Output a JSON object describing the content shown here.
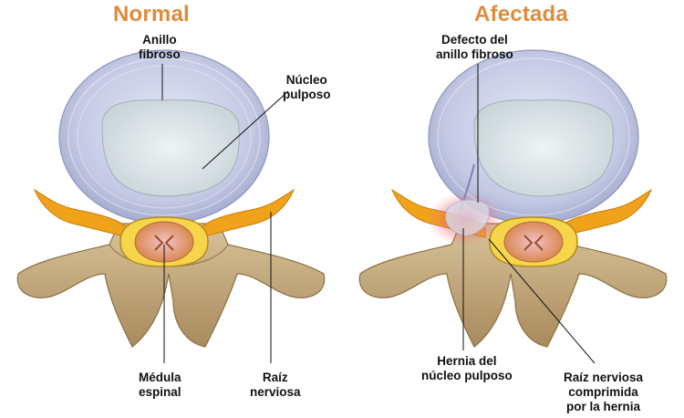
{
  "titles": {
    "normal": "Normal",
    "affected": "Afectada"
  },
  "labels": {
    "anillo_fibroso": [
      "Anillo",
      "fibroso"
    ],
    "nucleo_pulposo": [
      "Núcleo",
      "pulposo"
    ],
    "medula_espinal": [
      "Médula",
      "espinal"
    ],
    "raiz_nerviosa": [
      "Raíz",
      "nerviosa"
    ],
    "defecto_anillo": [
      "Defecto del",
      "anillo fibroso"
    ],
    "hernia_nucleo": [
      "Hernia del",
      "núcleo pulposo"
    ],
    "raiz_comprimida": [
      "Raíz nerviosa",
      "comprimida",
      "por la hernia"
    ]
  },
  "colors": {
    "title": "#e08b3a",
    "disc_annulus": "#c9cde6",
    "disc_nucleus": "#dfe6ea",
    "nerve_root": "#f0a21a",
    "vertebra": "#c7ad80",
    "herniation": "#e04a55"
  }
}
